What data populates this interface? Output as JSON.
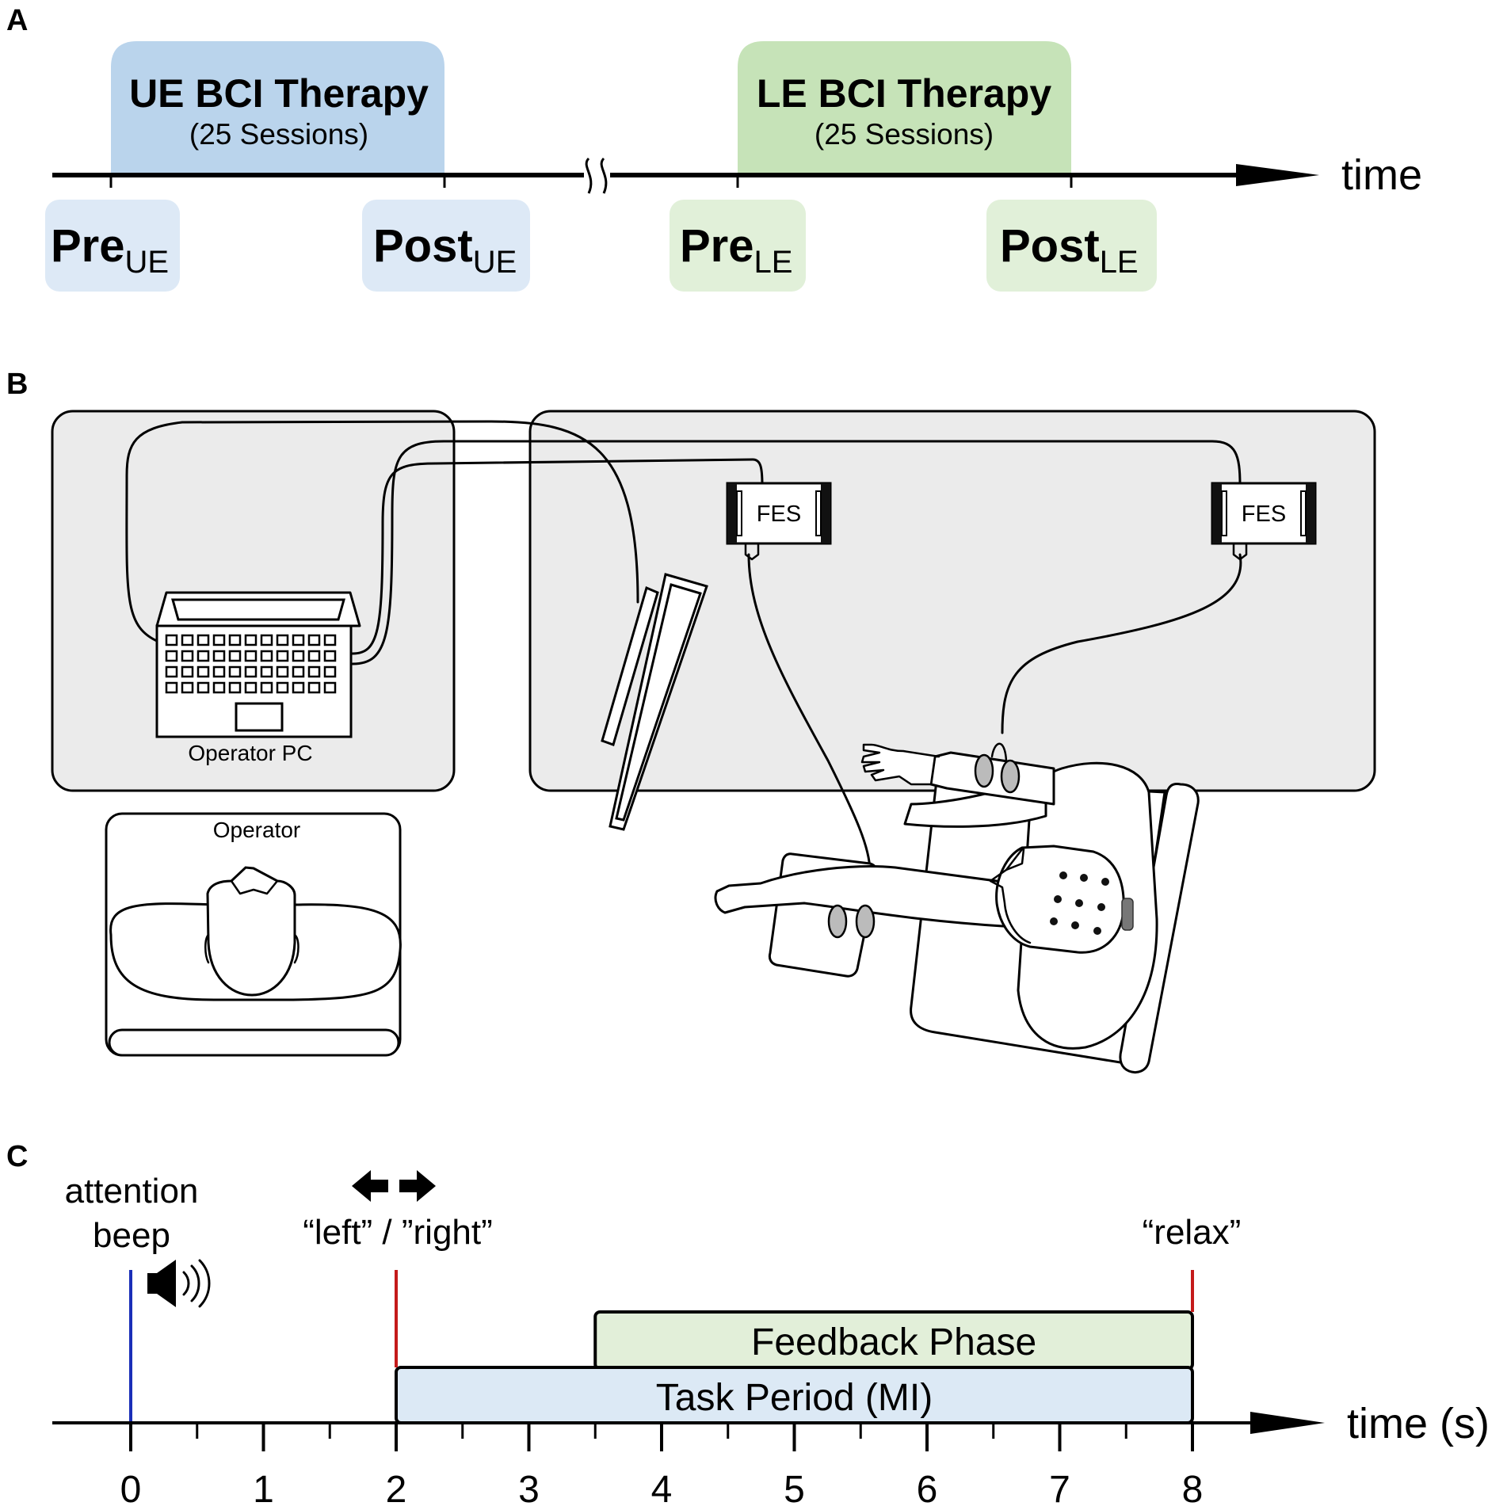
{
  "panels": {
    "a": "A",
    "b": "B",
    "c": "C"
  },
  "colors": {
    "ue_therapy": "#bad4ec",
    "ue_assess": "#dde9f6",
    "le_therapy": "#c6e3b8",
    "le_assess": "#e1f0d9",
    "room": "#ebebeb",
    "feedback": "#e2efd9",
    "task": "#dce9f5",
    "attention_line": "#1a2fb8",
    "cue_line": "#c41a1a"
  },
  "timeline": {
    "ue_therapy": {
      "title": "UE BCI Therapy",
      "sessions": "(25 Sessions)"
    },
    "le_therapy": {
      "title": "LE BCI Therapy",
      "sessions": "(25 Sessions)"
    },
    "assessments": [
      {
        "main": "Pre",
        "sub": "UE"
      },
      {
        "main": "Post",
        "sub": "UE"
      },
      {
        "main": "Pre",
        "sub": "LE"
      },
      {
        "main": "Post",
        "sub": "LE"
      }
    ],
    "axis_label": "time"
  },
  "setup": {
    "operator_pc": "Operator PC",
    "operator": "Operator",
    "fes_left": "FES",
    "fes_right": "FES",
    "icons": [
      "laptop-icon",
      "monitor-icon",
      "fes-stimulator-icon",
      "eeg-cap-icon",
      "person-icon"
    ]
  },
  "trial": {
    "attention": {
      "line1": "attention",
      "line2": "beep",
      "time": 0
    },
    "cue": {
      "text": "“left” / ”right”",
      "time": 2
    },
    "relax": {
      "text": "“relax”",
      "time": 8
    },
    "feedback": {
      "label": "Feedback Phase",
      "start": 3.5,
      "end": 8
    },
    "task": {
      "label": "Task Period (MI)",
      "start": 2,
      "end": 8
    },
    "axis_label": "time (s)",
    "ticks": [
      "0",
      "1",
      "2",
      "3",
      "4",
      "5",
      "6",
      "7",
      "8"
    ],
    "icons": [
      "speaker-icon",
      "arrow-left-icon",
      "arrow-right-icon"
    ]
  }
}
